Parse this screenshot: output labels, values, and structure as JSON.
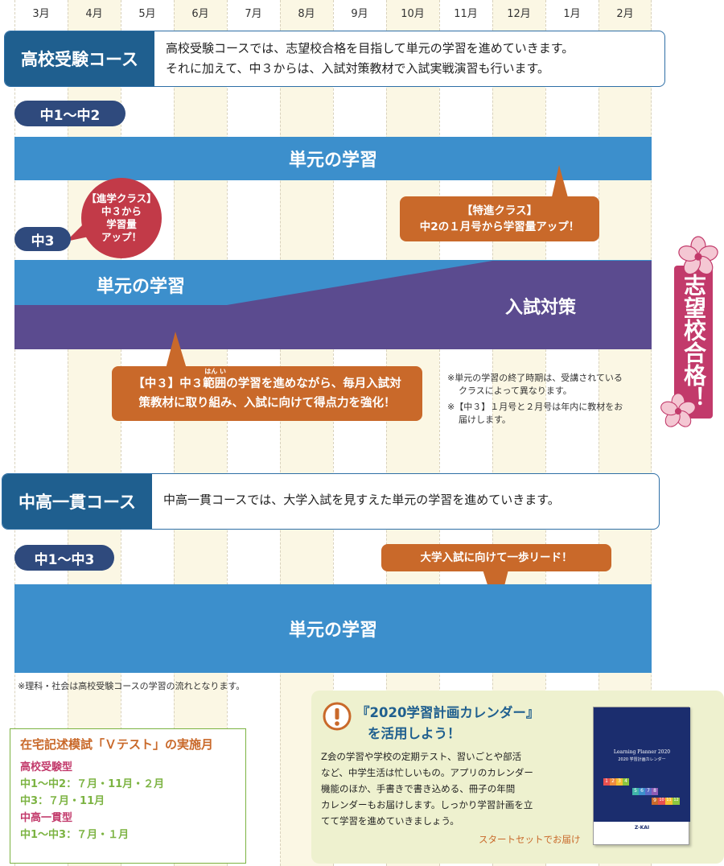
{
  "months": [
    "3月",
    "4月",
    "5月",
    "6月",
    "7月",
    "8月",
    "9月",
    "10月",
    "11月",
    "12月",
    "1月",
    "2月"
  ],
  "koukou": {
    "title": "高校受験コース",
    "desc1": "高校受験コースでは、志望校合格を目指して単元の学習を進めていきます。",
    "desc2": "それに加えて、中３からは、入試対策教材で入試実戦演習も行います。",
    "grade12": "中1～中2",
    "bar12": "単元の学習",
    "grade3": "中3",
    "shingaku": [
      "【進学クラス】",
      "中３から",
      "学習量",
      "アップ！"
    ],
    "tokushin1": "【特進クラス】",
    "tokushin2": "中2の１月号から学習量アップ！",
    "bar3_unit": "単元の学習",
    "bar3_exam": "入試対策",
    "chu3_callout1a": "【中３】中３",
    "chu3_callout1b": "範囲",
    "chu3_callout1c": "の学習を進めながら、毎月入試対",
    "chu3_ruby": "はん い",
    "chu3_callout2": "策教材に取り組み、入試に向けて得点力を強化！",
    "note1a": "※単元の学習の終了時期は、受講されている",
    "note1b": "クラスによって異なります。",
    "note2a": "※【中３】１月号と２月号は年内に教材をお",
    "note2b": "届けします。"
  },
  "goal": "志望校合格！",
  "ikkan": {
    "title": "中高一貫コース",
    "desc": "中高一貫コースでは、大学入試を見すえた単元の学習を進めていきます。",
    "grade": "中1～中3",
    "callout": "大学入試に向けて一歩リード！",
    "bar": "単元の学習",
    "note": "※理科・社会は高校受験コースの学習の流れとなります。"
  },
  "vtest": {
    "title": "在宅記述模試「Ｖテスト」の実施月",
    "type1": "高校受験型",
    "line1": "中1～中2：７月・11月・２月",
    "line2": "中3：７月・11月",
    "type2": "中高一貫型",
    "line3": "中1～中3：７月・１月"
  },
  "calendar": {
    "title1": "『2020学習計画カレンダー』",
    "title2": "を活用しよう！",
    "body": [
      "Z会の学習や学校の定期テスト、習いごとや部活",
      "など、中学生活は忙しいもの。アプリのカレンダー",
      "機能のほか、手書きで書き込める、冊子の年間",
      "カレンダーもお届けします。しっかり学習計画を立",
      "てて学習を進めていきましょう。"
    ],
    "start": "スタートセットでお届け",
    "book_title": "Learning Planner 2020",
    "book_sub": "2020 学習計画カレンダー",
    "book_nums": [
      "1",
      "2",
      "3",
      "4",
      "5",
      "6",
      "7",
      "8",
      "9",
      "10",
      "11",
      "12"
    ],
    "book_logo": "Z-KAI"
  },
  "colors": {
    "navy": "#2f4a7d",
    "blue": "#3c8fcc",
    "purple": "#5b4b8f",
    "orange": "#c9692a",
    "red": "#c23a48",
    "green": "#7cb342",
    "pink": "#c23a6b"
  }
}
